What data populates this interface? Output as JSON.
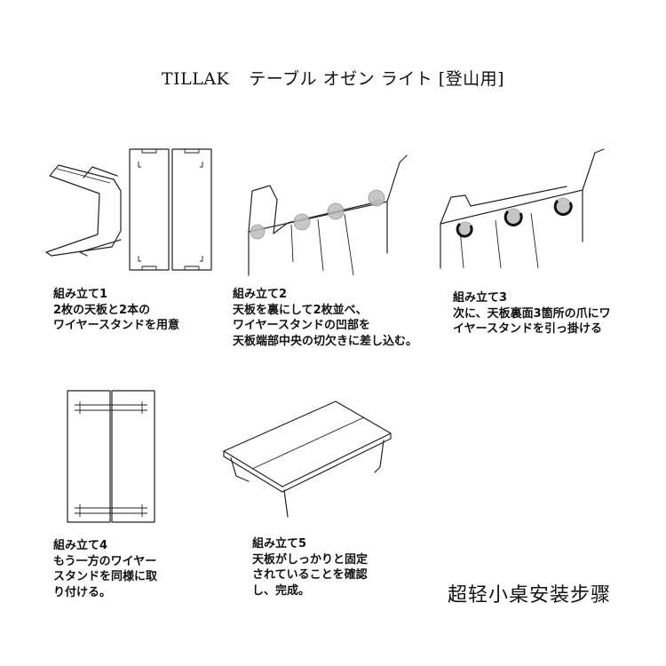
{
  "header": {
    "brand": "TILLAK",
    "product": "テーブル オゼン ライト [登山用]"
  },
  "steps": [
    {
      "title": "組み立て1",
      "lines": [
        "2枚の天板と2本の",
        "ワイヤースタンドを用意"
      ]
    },
    {
      "title": "組み立て2",
      "lines": [
        "天板を裏にして2枚並べ、",
        "ワイヤースタンドの凹部を",
        "天板端部中央の切欠きに差し込む。"
      ]
    },
    {
      "title": "組み立て3",
      "lines": [
        "次に、天板裏面3箇所の爪にワ",
        "イヤースタンドを引っ掛ける"
      ]
    },
    {
      "title": "組み立て4",
      "lines": [
        "もう一方のワイヤー",
        "スタンドを同様に取",
        "り付ける。"
      ]
    },
    {
      "title": "組み立て5",
      "lines": [
        "天板がしっかりと固定",
        "されていることを確認",
        "し、完成。"
      ]
    }
  ],
  "footer": {
    "caption": "超轻小桌安装步骤"
  }
}
